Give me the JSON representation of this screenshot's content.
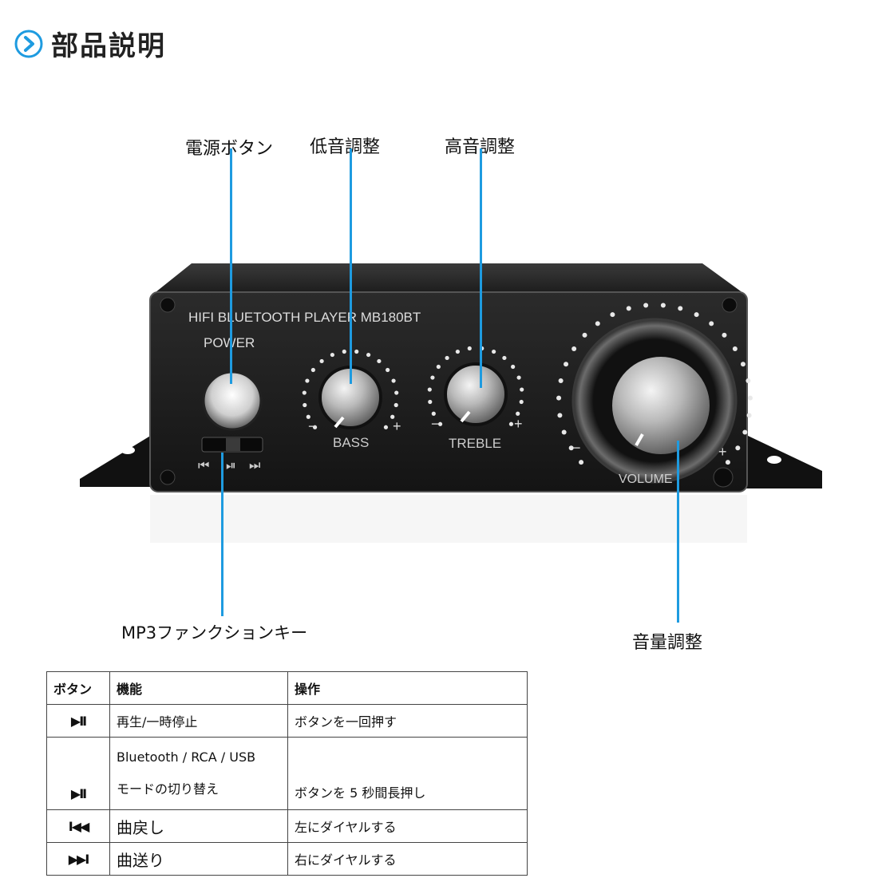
{
  "header": {
    "title": "部品説明",
    "icon": "chevron-right-circle-icon",
    "accent": "#1e9be0"
  },
  "callouts": {
    "power": "電源ボタン",
    "bass": "低音調整",
    "treble": "高音調整",
    "mp3": "MP3ファンクションキー",
    "volume": "音量調整"
  },
  "device": {
    "model_label": "HIFI BLUETOOTH PLAYER MB180BT",
    "power_label": "POWER",
    "bass_label": "BASS",
    "treble_label": "TREBLE",
    "volume_label": "VOLUME",
    "minus": "−",
    "plus": "+",
    "prev_glyph": "⏮",
    "playpause_glyph": "⏯",
    "next_glyph": "⏭"
  },
  "table": {
    "headers": [
      "ボタン",
      "機能",
      "操作"
    ],
    "rows": [
      {
        "icon": "▶II",
        "function": "再生/一時停止",
        "operation": "ボタンを一回押す"
      },
      {
        "icon": "▶II",
        "function_line1": "Bluetooth / RCA / USB",
        "function_line2": "モードの切り替え",
        "operation": "ボタンを 5 秒間長押し"
      },
      {
        "icon": "I◀◀",
        "function": "曲戻し",
        "operation": "左にダイヤルする"
      },
      {
        "icon": "▶▶I",
        "function": "曲送り",
        "operation": "右にダイヤルする"
      }
    ]
  }
}
